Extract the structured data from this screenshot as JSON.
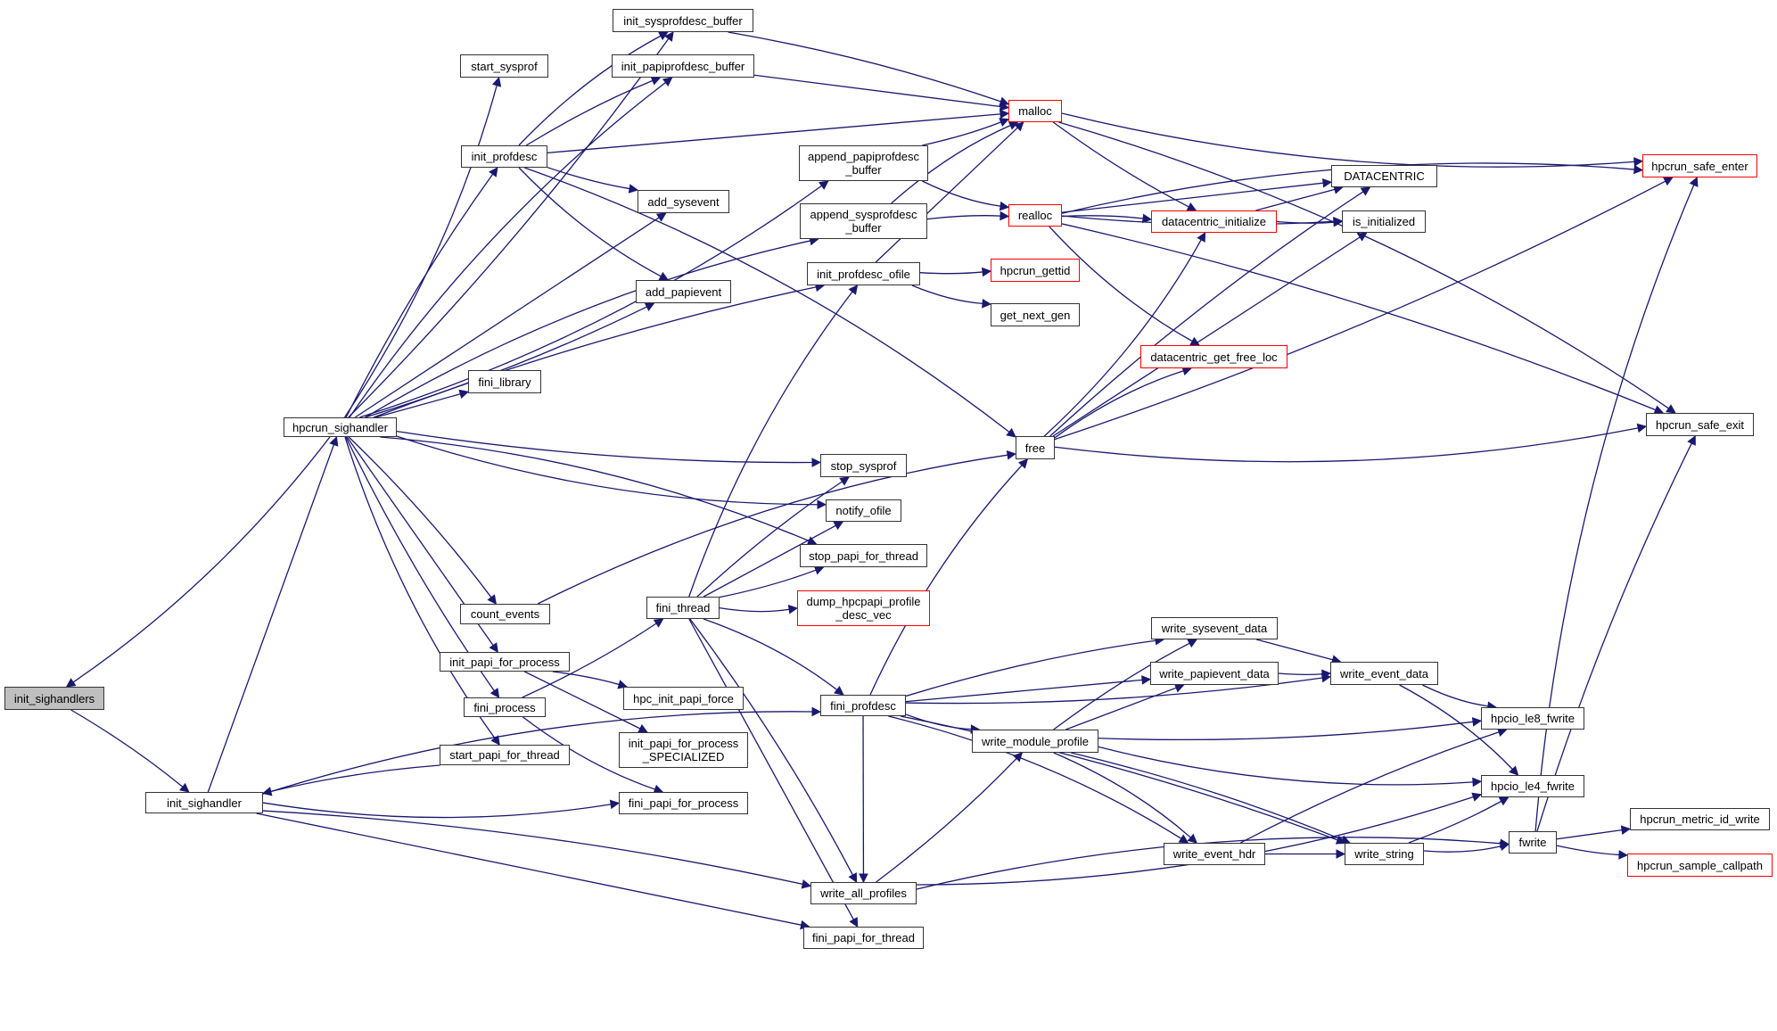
{
  "diagram": {
    "type": "call-graph",
    "edge_color": "#191970",
    "external_border_color": "#ff0000",
    "highlight_fill": "#bfbfbf",
    "nodes": [
      {
        "id": "init_sighandlers",
        "label": "init_sighandlers",
        "style": "highlight"
      },
      {
        "id": "hpcrun_sighandler",
        "label": "hpcrun_sighandler",
        "style": "normal"
      },
      {
        "id": "init_sighandler",
        "label": "init_sighandler",
        "style": "normal"
      },
      {
        "id": "init_sysprofdesc_buffer",
        "label": "init_sysprofdesc_buffer",
        "style": "normal"
      },
      {
        "id": "start_sysprof",
        "label": "start_sysprof",
        "style": "normal"
      },
      {
        "id": "init_papiprofdesc_buffer",
        "label": "init_papiprofdesc_buffer",
        "style": "normal"
      },
      {
        "id": "init_profdesc",
        "label": "init_profdesc",
        "style": "normal"
      },
      {
        "id": "add_sysevent",
        "label": "add_sysevent",
        "style": "normal"
      },
      {
        "id": "add_papievent",
        "label": "add_papievent",
        "style": "normal"
      },
      {
        "id": "fini_library",
        "label": "fini_library",
        "style": "normal"
      },
      {
        "id": "count_events",
        "label": "count_events",
        "style": "normal"
      },
      {
        "id": "init_papi_for_process",
        "label": "init_papi_for_process",
        "style": "normal"
      },
      {
        "id": "fini_process",
        "label": "fini_process",
        "style": "normal"
      },
      {
        "id": "start_papi_for_thread",
        "label": "start_papi_for_thread",
        "style": "normal"
      },
      {
        "id": "append_papiprofdesc_buffer",
        "label": "append_papiprofdesc\n_buffer",
        "style": "normal"
      },
      {
        "id": "append_sysprofdesc_buffer",
        "label": "append_sysprofdesc\n_buffer",
        "style": "normal"
      },
      {
        "id": "init_profdesc_ofile",
        "label": "init_profdesc_ofile",
        "style": "normal"
      },
      {
        "id": "stop_sysprof",
        "label": "stop_sysprof",
        "style": "normal"
      },
      {
        "id": "notify_ofile",
        "label": "notify_ofile",
        "style": "normal"
      },
      {
        "id": "stop_papi_for_thread",
        "label": "stop_papi_for_thread",
        "style": "normal"
      },
      {
        "id": "fini_thread",
        "label": "fini_thread",
        "style": "normal"
      },
      {
        "id": "dump_hpcpapi_profile_desc_vec",
        "label": "dump_hpcpapi_profile\n_desc_vec",
        "style": "external"
      },
      {
        "id": "hpc_init_papi_force",
        "label": "hpc_init_papi_force",
        "style": "normal"
      },
      {
        "id": "init_papi_for_process_SPECIALIZED",
        "label": "init_papi_for_process\n_SPECIALIZED",
        "style": "normal"
      },
      {
        "id": "fini_papi_for_process",
        "label": "fini_papi_for_process",
        "style": "normal"
      },
      {
        "id": "fini_profdesc",
        "label": "fini_profdesc",
        "style": "normal"
      },
      {
        "id": "write_all_profiles",
        "label": "write_all_profiles",
        "style": "normal"
      },
      {
        "id": "fini_papi_for_thread",
        "label": "fini_papi_for_thread",
        "style": "normal"
      },
      {
        "id": "malloc",
        "label": "malloc",
        "style": "external"
      },
      {
        "id": "realloc",
        "label": "realloc",
        "style": "external"
      },
      {
        "id": "hpcrun_gettid",
        "label": "hpcrun_gettid",
        "style": "external"
      },
      {
        "id": "get_next_gen",
        "label": "get_next_gen",
        "style": "normal"
      },
      {
        "id": "free",
        "label": "free",
        "style": "normal"
      },
      {
        "id": "datacentric_initialize",
        "label": "datacentric_initialize",
        "style": "external"
      },
      {
        "id": "datacentric_get_free_loc",
        "label": "datacentric_get_free_loc",
        "style": "external"
      },
      {
        "id": "DATACENTRIC",
        "label": "DATACENTRIC",
        "style": "normal"
      },
      {
        "id": "is_initialized",
        "label": "is_initialized",
        "style": "normal"
      },
      {
        "id": "hpcrun_safe_enter",
        "label": "hpcrun_safe_enter",
        "style": "external"
      },
      {
        "id": "hpcrun_safe_exit",
        "label": "hpcrun_safe_exit",
        "style": "normal"
      },
      {
        "id": "write_sysevent_data",
        "label": "write_sysevent_data",
        "style": "normal"
      },
      {
        "id": "write_papievent_data",
        "label": "write_papievent_data",
        "style": "normal"
      },
      {
        "id": "write_module_profile",
        "label": "write_module_profile",
        "style": "normal"
      },
      {
        "id": "write_event_data",
        "label": "write_event_data",
        "style": "normal"
      },
      {
        "id": "write_event_hdr",
        "label": "write_event_hdr",
        "style": "normal"
      },
      {
        "id": "write_string",
        "label": "write_string",
        "style": "normal"
      },
      {
        "id": "hpcio_le8_fwrite",
        "label": "hpcio_le8_fwrite",
        "style": "normal"
      },
      {
        "id": "hpcio_le4_fwrite",
        "label": "hpcio_le4_fwrite",
        "style": "normal"
      },
      {
        "id": "fwrite",
        "label": "fwrite",
        "style": "normal"
      },
      {
        "id": "hpcrun_metric_id_write",
        "label": "hpcrun_metric_id_write",
        "style": "normal"
      },
      {
        "id": "hpcrun_sample_callpath",
        "label": "hpcrun_sample_callpath",
        "style": "external"
      }
    ],
    "edges": [
      [
        "hpcrun_sighandler",
        "init_sighandlers"
      ],
      [
        "init_sighandlers",
        "init_sighandler"
      ],
      [
        "init_sighandler",
        "hpcrun_sighandler"
      ],
      [
        "start_papi_for_thread",
        "init_sighandler"
      ],
      [
        "init_sighandler",
        "fini_papi_for_process"
      ],
      [
        "init_sighandler",
        "fini_profdesc"
      ],
      [
        "init_sighandler",
        "write_all_profiles"
      ],
      [
        "init_sighandler",
        "fini_papi_for_thread"
      ],
      [
        "hpcrun_sighandler",
        "init_sysprofdesc_buffer"
      ],
      [
        "hpcrun_sighandler",
        "start_sysprof"
      ],
      [
        "hpcrun_sighandler",
        "init_papiprofdesc_buffer"
      ],
      [
        "hpcrun_sighandler",
        "init_profdesc"
      ],
      [
        "hpcrun_sighandler",
        "add_sysevent"
      ],
      [
        "hpcrun_sighandler",
        "add_papievent"
      ],
      [
        "hpcrun_sighandler",
        "append_papiprofdesc_buffer"
      ],
      [
        "hpcrun_sighandler",
        "append_sysprofdesc_buffer"
      ],
      [
        "hpcrun_sighandler",
        "init_profdesc_ofile"
      ],
      [
        "hpcrun_sighandler",
        "fini_library"
      ],
      [
        "hpcrun_sighandler",
        "stop_sysprof"
      ],
      [
        "hpcrun_sighandler",
        "notify_ofile"
      ],
      [
        "hpcrun_sighandler",
        "stop_papi_for_thread"
      ],
      [
        "hpcrun_sighandler",
        "count_events"
      ],
      [
        "hpcrun_sighandler",
        "init_papi_for_process"
      ],
      [
        "hpcrun_sighandler",
        "fini_process"
      ],
      [
        "hpcrun_sighandler",
        "start_papi_for_thread"
      ],
      [
        "init_profdesc",
        "init_sysprofdesc_buffer"
      ],
      [
        "init_profdesc",
        "init_papiprofdesc_buffer"
      ],
      [
        "init_profdesc",
        "malloc"
      ],
      [
        "init_profdesc",
        "add_sysevent"
      ],
      [
        "init_profdesc",
        "add_papievent"
      ],
      [
        "init_profdesc",
        "free"
      ],
      [
        "init_sysprofdesc_buffer",
        "malloc"
      ],
      [
        "init_papiprofdesc_buffer",
        "malloc"
      ],
      [
        "append_papiprofdesc_buffer",
        "malloc"
      ],
      [
        "append_papiprofdesc_buffer",
        "realloc"
      ],
      [
        "append_sysprofdesc_buffer",
        "malloc"
      ],
      [
        "append_sysprofdesc_buffer",
        "realloc"
      ],
      [
        "init_profdesc_ofile",
        "malloc"
      ],
      [
        "init_profdesc_ofile",
        "hpcrun_gettid"
      ],
      [
        "init_profdesc_ofile",
        "get_next_gen"
      ],
      [
        "count_events",
        "free"
      ],
      [
        "init_papi_for_process",
        "hpc_init_papi_force"
      ],
      [
        "init_papi_for_process",
        "init_papi_for_process_SPECIALIZED"
      ],
      [
        "fini_process",
        "fini_thread"
      ],
      [
        "fini_process",
        "fini_papi_for_process"
      ],
      [
        "fini_thread",
        "init_profdesc_ofile"
      ],
      [
        "fini_thread",
        "stop_sysprof"
      ],
      [
        "fini_thread",
        "notify_ofile"
      ],
      [
        "fini_thread",
        "stop_papi_for_thread"
      ],
      [
        "fini_thread",
        "dump_hpcpapi_profile_desc_vec"
      ],
      [
        "fini_thread",
        "fini_profdesc"
      ],
      [
        "fini_thread",
        "write_all_profiles"
      ],
      [
        "fini_thread",
        "fini_papi_for_thread"
      ],
      [
        "malloc",
        "datacentric_initialize"
      ],
      [
        "malloc",
        "hpcrun_safe_enter"
      ],
      [
        "malloc",
        "hpcrun_safe_exit"
      ],
      [
        "realloc",
        "datacentric_initialize"
      ],
      [
        "realloc",
        "DATACENTRIC"
      ],
      [
        "realloc",
        "is_initialized"
      ],
      [
        "realloc",
        "datacentric_get_free_loc"
      ],
      [
        "realloc",
        "hpcrun_safe_enter"
      ],
      [
        "realloc",
        "hpcrun_safe_exit"
      ],
      [
        "datacentric_initialize",
        "DATACENTRIC"
      ],
      [
        "datacentric_initialize",
        "is_initialized"
      ],
      [
        "free",
        "datacentric_initialize"
      ],
      [
        "free",
        "datacentric_get_free_loc"
      ],
      [
        "free",
        "DATACENTRIC"
      ],
      [
        "free",
        "is_initialized"
      ],
      [
        "free",
        "hpcrun_safe_enter"
      ],
      [
        "free",
        "hpcrun_safe_exit"
      ],
      [
        "fini_profdesc",
        "free"
      ],
      [
        "fini_profdesc",
        "write_sysevent_data"
      ],
      [
        "fini_profdesc",
        "write_papievent_data"
      ],
      [
        "fini_profdesc",
        "write_event_data"
      ],
      [
        "fini_profdesc",
        "write_module_profile"
      ],
      [
        "fini_profdesc",
        "write_event_hdr"
      ],
      [
        "fini_profdesc",
        "write_string"
      ],
      [
        "fini_profdesc",
        "write_all_profiles"
      ],
      [
        "write_all_profiles",
        "write_module_profile"
      ],
      [
        "write_all_profiles",
        "hpcio_le4_fwrite"
      ],
      [
        "write_all_profiles",
        "fwrite"
      ],
      [
        "write_module_profile",
        "write_sysevent_data"
      ],
      [
        "write_module_profile",
        "write_papievent_data"
      ],
      [
        "write_module_profile",
        "hpcio_le8_fwrite"
      ],
      [
        "write_module_profile",
        "hpcio_le4_fwrite"
      ],
      [
        "write_module_profile",
        "write_event_hdr"
      ],
      [
        "write_module_profile",
        "write_string"
      ],
      [
        "write_sysevent_data",
        "write_event_data"
      ],
      [
        "write_papievent_data",
        "write_event_data"
      ],
      [
        "write_event_data",
        "hpcio_le8_fwrite"
      ],
      [
        "write_event_data",
        "hpcio_le4_fwrite"
      ],
      [
        "write_event_hdr",
        "hpcio_le8_fwrite"
      ],
      [
        "write_event_hdr",
        "write_string"
      ],
      [
        "write_string",
        "hpcio_le4_fwrite"
      ],
      [
        "write_string",
        "fwrite"
      ],
      [
        "fwrite",
        "hpcrun_safe_enter"
      ],
      [
        "fwrite",
        "hpcrun_safe_exit"
      ],
      [
        "fwrite",
        "hpcrun_metric_id_write"
      ],
      [
        "fwrite",
        "hpcrun_sample_callpath"
      ]
    ]
  }
}
